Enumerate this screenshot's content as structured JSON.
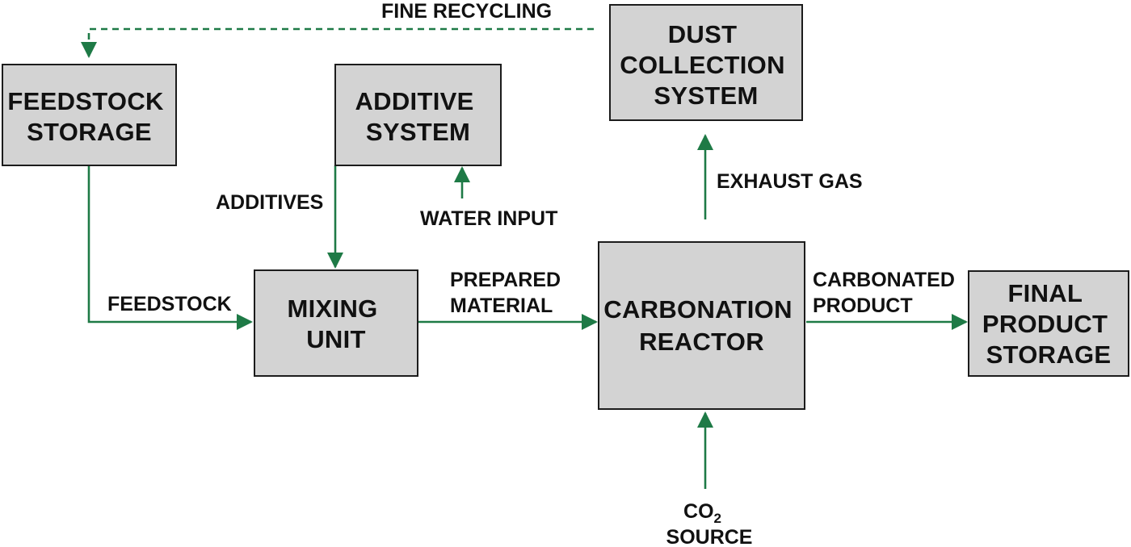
{
  "colors": {
    "box_fill": "#d3d3d3",
    "box_border": "#1c1c1c",
    "flow_arrow": "#1e7a46",
    "text": "#111111"
  },
  "nodes": {
    "feedstock_storage": [
      "FEEDSTOCK",
      "STORAGE"
    ],
    "additive_system": [
      "ADDITIVE",
      "SYSTEM"
    ],
    "dust_collection": [
      "DUST",
      "COLLECTION",
      "SYSTEM"
    ],
    "mixing_unit": [
      "MIXING",
      "UNIT"
    ],
    "carbonation_reactor": [
      "CARBONATION",
      "REACTOR"
    ],
    "final_product_storage": [
      "FINAL",
      "PRODUCT",
      "STORAGE"
    ]
  },
  "flows": {
    "fine_recycling": "FINE RECYCLING",
    "additives": "ADDITIVES",
    "water_input": "WATER INPUT",
    "exhaust_gas": "EXHAUST GAS",
    "feedstock": "FEEDSTOCK",
    "prepared_material": [
      "PREPARED",
      "MATERIAL"
    ],
    "carbonated_product": [
      "CARBONATED",
      "PRODUCT"
    ],
    "co2_source": {
      "formula_main": "CO",
      "formula_sub": "2",
      "line2": "SOURCE"
    }
  }
}
